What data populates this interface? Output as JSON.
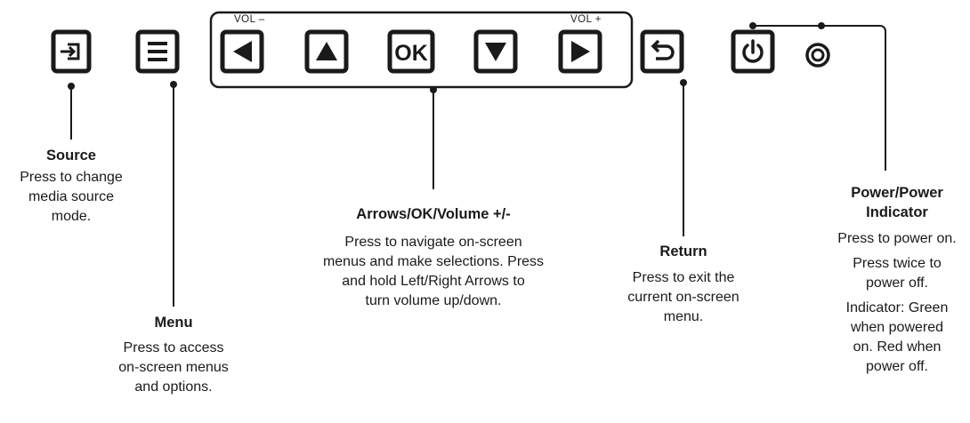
{
  "panel": {
    "vol_minus": "VOL –",
    "vol_plus": "VOL +",
    "ok_label": "OK",
    "accent": "#1a1a1a"
  },
  "callouts": {
    "source": {
      "title": "Source",
      "lines": [
        "Press to change",
        "media source",
        "mode."
      ]
    },
    "menu": {
      "title": "Menu",
      "lines": [
        "Press to access",
        "on-screen menus",
        "and options."
      ]
    },
    "arrows": {
      "title": "Arrows/OK/Volume +/-",
      "lines": [
        "Press to navigate on-screen",
        "menus and make selections. Press",
        "and hold Left/Right Arrows to",
        "turn volume up/down."
      ]
    },
    "return": {
      "title": "Return",
      "lines": [
        "Press to exit the",
        "current on-screen",
        "menu."
      ]
    },
    "power": {
      "title_lines": [
        "Power/Power",
        "Indicator"
      ],
      "line1": "Press to power on.",
      "lines2": [
        "Press twice to",
        "power off."
      ],
      "lines3": [
        "Indicator: Green",
        "when powered",
        "on. Red when",
        "power off."
      ]
    }
  }
}
